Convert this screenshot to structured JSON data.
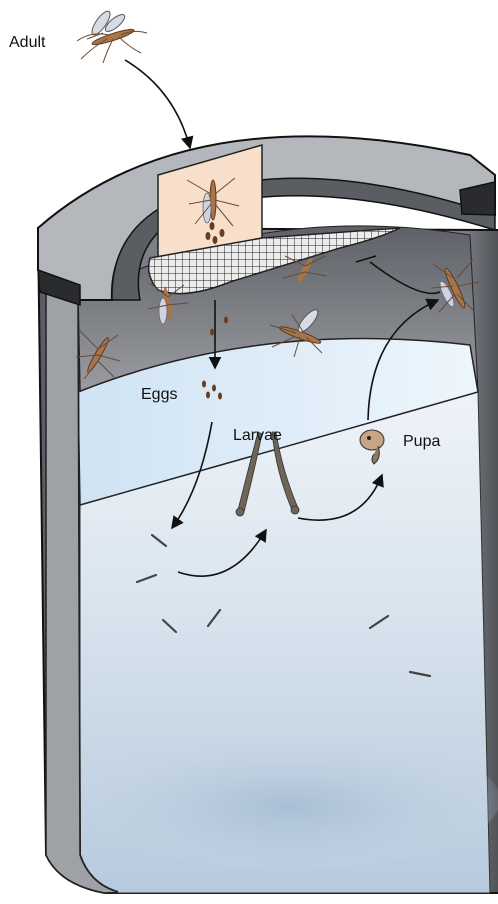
{
  "labels": {
    "adult": "Adult",
    "eggs": "Eggs",
    "larvae": "Larvae",
    "pupa": "Pupa"
  },
  "colors": {
    "container_wall": "#6f7278",
    "container_dark": "#3d3f44",
    "rim": "#a3a6ab",
    "water_top": "#cfe4f3",
    "water_deep": "#b9cde0",
    "oviposition_paper": "#f7dfcc",
    "mesh": "#d8d8d8",
    "mosquito": "#a8744a"
  }
}
